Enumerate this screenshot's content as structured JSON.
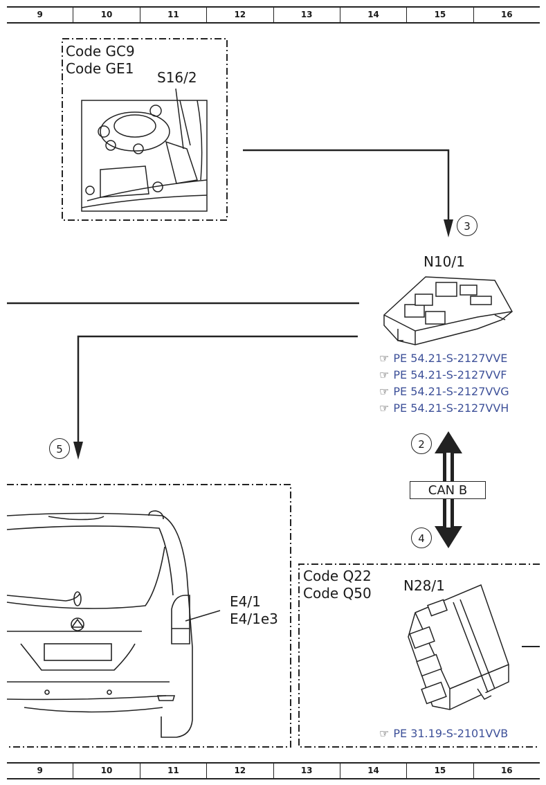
{
  "ruler": [
    "9",
    "10",
    "11",
    "12",
    "13",
    "14",
    "15",
    "16"
  ],
  "top_left_box": {
    "codes": [
      "Code GC9",
      "Code GE1"
    ],
    "component": "S16/2"
  },
  "center_module": {
    "component": "N10/1",
    "refs": [
      "PE 54.21-S-2127VVE",
      "PE 54.21-S-2127VVF",
      "PE 54.21-S-2127VVG",
      "PE 54.21-S-2127VVH"
    ]
  },
  "connectors": {
    "c3": "3",
    "c5": "5",
    "c2": "2",
    "c4": "4"
  },
  "bus": {
    "label": "CAN B"
  },
  "bottom_left_box": {
    "components": [
      "E4/1",
      "E4/1e3"
    ]
  },
  "bottom_right_box": {
    "codes": [
      "Code Q22",
      "Code Q50"
    ],
    "component": "N28/1",
    "ref": "PE 31.19-S-2101VVB"
  },
  "icons": {
    "reference": "pointing-hand-icon"
  }
}
